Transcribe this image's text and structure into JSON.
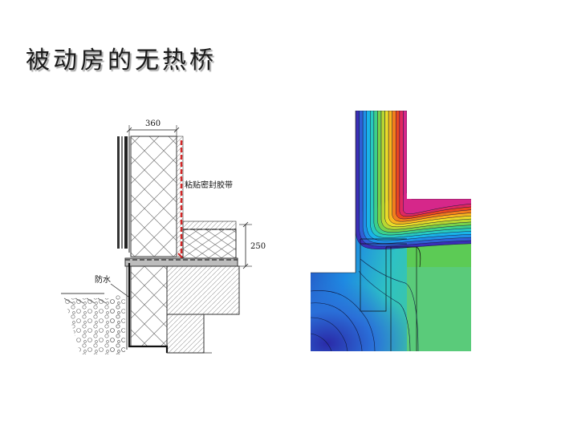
{
  "title": "被动房的无热桥",
  "left_drawing": {
    "dim_width": "360",
    "dim_height": "250",
    "label_tape": "粘贴密封胶带",
    "label_waterproof": "防水"
  },
  "right_drawing": {
    "colors": [
      "#3a2fb8",
      "#2f5fd6",
      "#1f8fe8",
      "#19b4e8",
      "#27c9c0",
      "#3ccf8a",
      "#78d24a",
      "#b8d832",
      "#eadb28",
      "#f7b51e",
      "#f27d1c",
      "#ea4522",
      "#e02860",
      "#d6278a"
    ]
  }
}
